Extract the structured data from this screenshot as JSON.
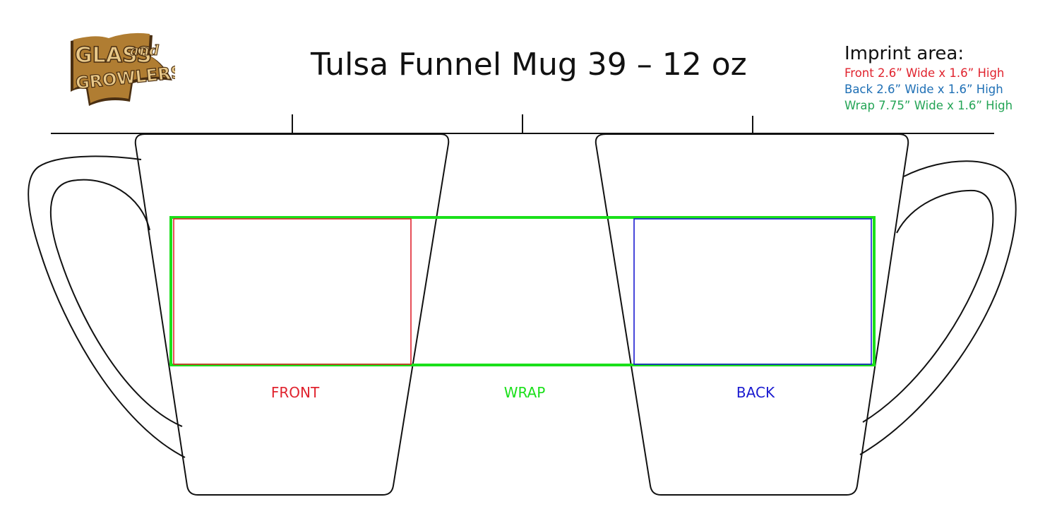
{
  "title": "Tulsa Funnel Mug 39 – 12 oz",
  "logo": {
    "text_line1": "GLASS",
    "text_line1b": "and",
    "text_line2": "GROWLERS",
    "colors": {
      "fill": "#b07d32",
      "shadow": "#4a2f12",
      "light": "#e9c98a"
    }
  },
  "imprint": {
    "heading": "Imprint area:",
    "lines": [
      {
        "text": "Front 2.6” Wide x 1.6” High",
        "color": "#e0232e"
      },
      {
        "text": "Back 2.6” Wide x 1.6” High",
        "color": "#1e6fb5"
      },
      {
        "text": "Wrap 7.75” Wide x 1.6” High",
        "color": "#23a455"
      }
    ]
  },
  "zones": {
    "front": {
      "label": "FRONT",
      "color": "#e0232e"
    },
    "wrap": {
      "label": "WRAP",
      "color": "#1ae01a"
    },
    "back": {
      "label": "BACK",
      "color": "#1a1ad0"
    }
  },
  "outline_color": "#111111"
}
